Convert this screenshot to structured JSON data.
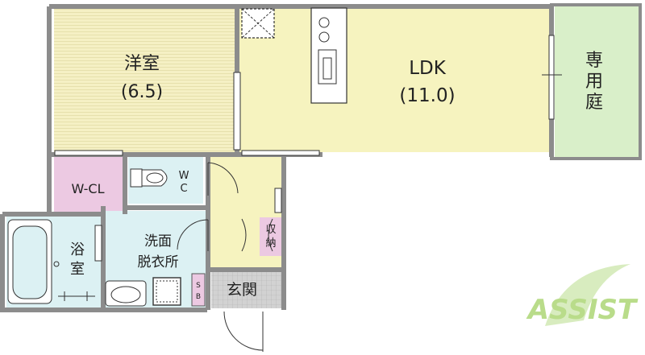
{
  "rooms": {
    "western": {
      "name": "洋室",
      "size": "(6.5)"
    },
    "ldk": {
      "name": "LDK",
      "size": "(11.0)"
    },
    "garden": {
      "chars": [
        "専",
        "用",
        "庭"
      ]
    },
    "wcl": {
      "name": "W-CL"
    },
    "wc": {
      "chars": [
        "W",
        "C"
      ]
    },
    "bath": {
      "chars": [
        "浴",
        "室"
      ]
    },
    "washroom": {
      "line1": "洗面",
      "line2": "脱衣所"
    },
    "storage": {
      "chars": [
        "収",
        "納"
      ]
    },
    "entrance": {
      "name": "玄関"
    },
    "shoebox": {
      "chars": [
        "S",
        "B"
      ]
    }
  },
  "logo": {
    "text": "ASSIST"
  },
  "colors": {
    "western_floor": "#f5f0c4",
    "ldk_floor": "#f6f3bf",
    "garden": "#d9efc9",
    "wcl": "#ecc9e2",
    "wet_area": "#dcf1f3",
    "hall": "#f6f3bf",
    "entrance_tile": "#cfcfcf",
    "wall": "#8c8c8c",
    "logo": "#b9dc8a"
  }
}
